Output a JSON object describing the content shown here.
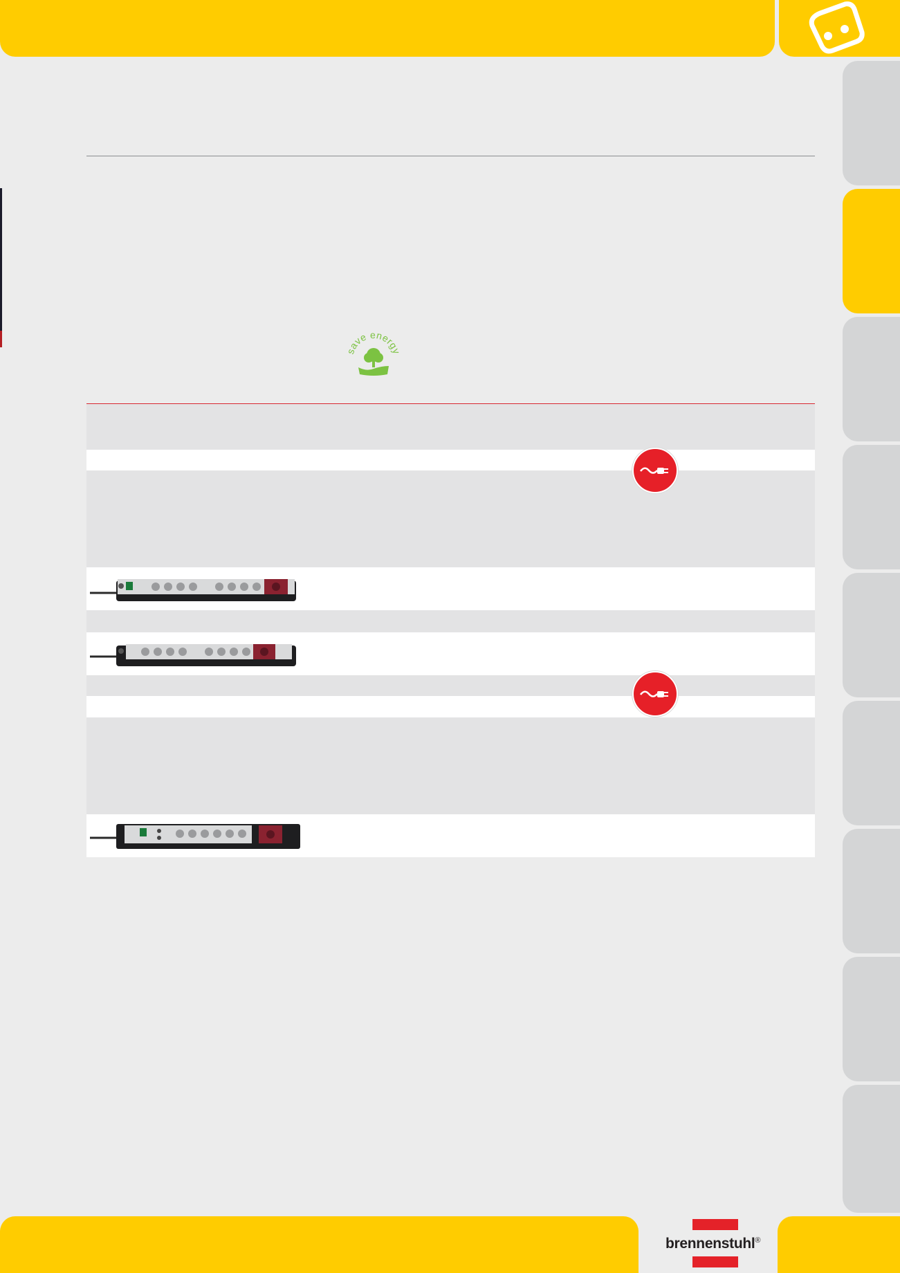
{
  "header": {
    "plug_icon": "socket-plug-icon"
  },
  "side_tabs": {
    "count": 9,
    "active_index": 1
  },
  "save_energy": {
    "label": "save energy",
    "icon": "tree-in-hand-icon",
    "color": "#7cc242"
  },
  "badges": {
    "icon": "cable-plug-icon",
    "color": "#e62028"
  },
  "products": [
    {
      "name": "power-strip-switched-with-red-socket",
      "icon": "power-strip-image"
    },
    {
      "name": "power-strip-with-red-socket",
      "icon": "power-strip-image"
    },
    {
      "name": "power-strip-with-protection-module",
      "icon": "power-strip-image"
    }
  ],
  "logo": {
    "text": "brennenstuhl",
    "mark": "®"
  },
  "colors": {
    "brand_yellow": "#ffcc00",
    "brand_red": "#e42229",
    "background": "#ececec",
    "tab_gray": "#d4d5d6"
  }
}
